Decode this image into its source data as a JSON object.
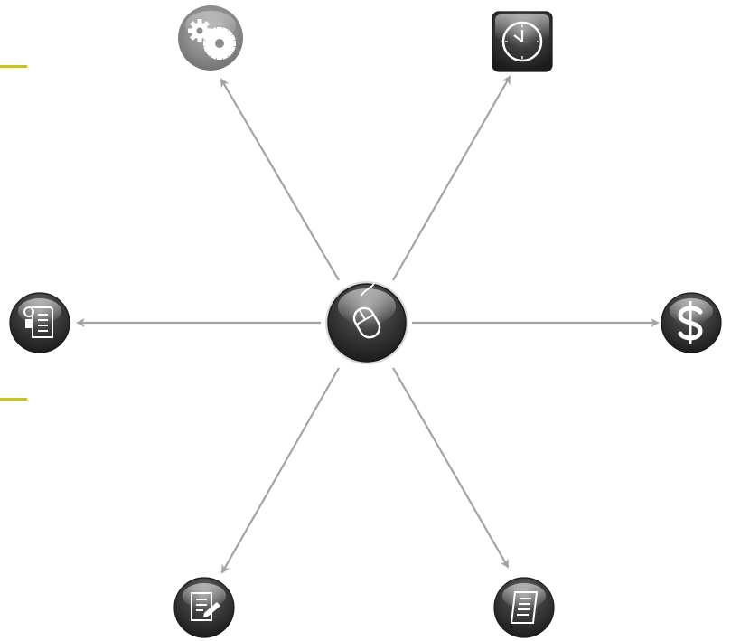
{
  "colors": {
    "arrow": "#a3a3a3",
    "accent": "#c9c418",
    "icon_dark": "#3a3a3a",
    "icon_glyph": "#ffffff",
    "gear_bg": "#8e8e8e"
  },
  "hub": {
    "icon": "computer-mouse-icon"
  },
  "nodes": [
    {
      "id": "settings",
      "icon": "gears-icon"
    },
    {
      "id": "time",
      "icon": "clock-icon"
    },
    {
      "id": "contact",
      "icon": "id-card-document-icon"
    },
    {
      "id": "pricing",
      "icon": "dollar-icon"
    },
    {
      "id": "edit-document",
      "icon": "document-edit-icon"
    },
    {
      "id": "document",
      "icon": "scroll-document-icon"
    }
  ]
}
